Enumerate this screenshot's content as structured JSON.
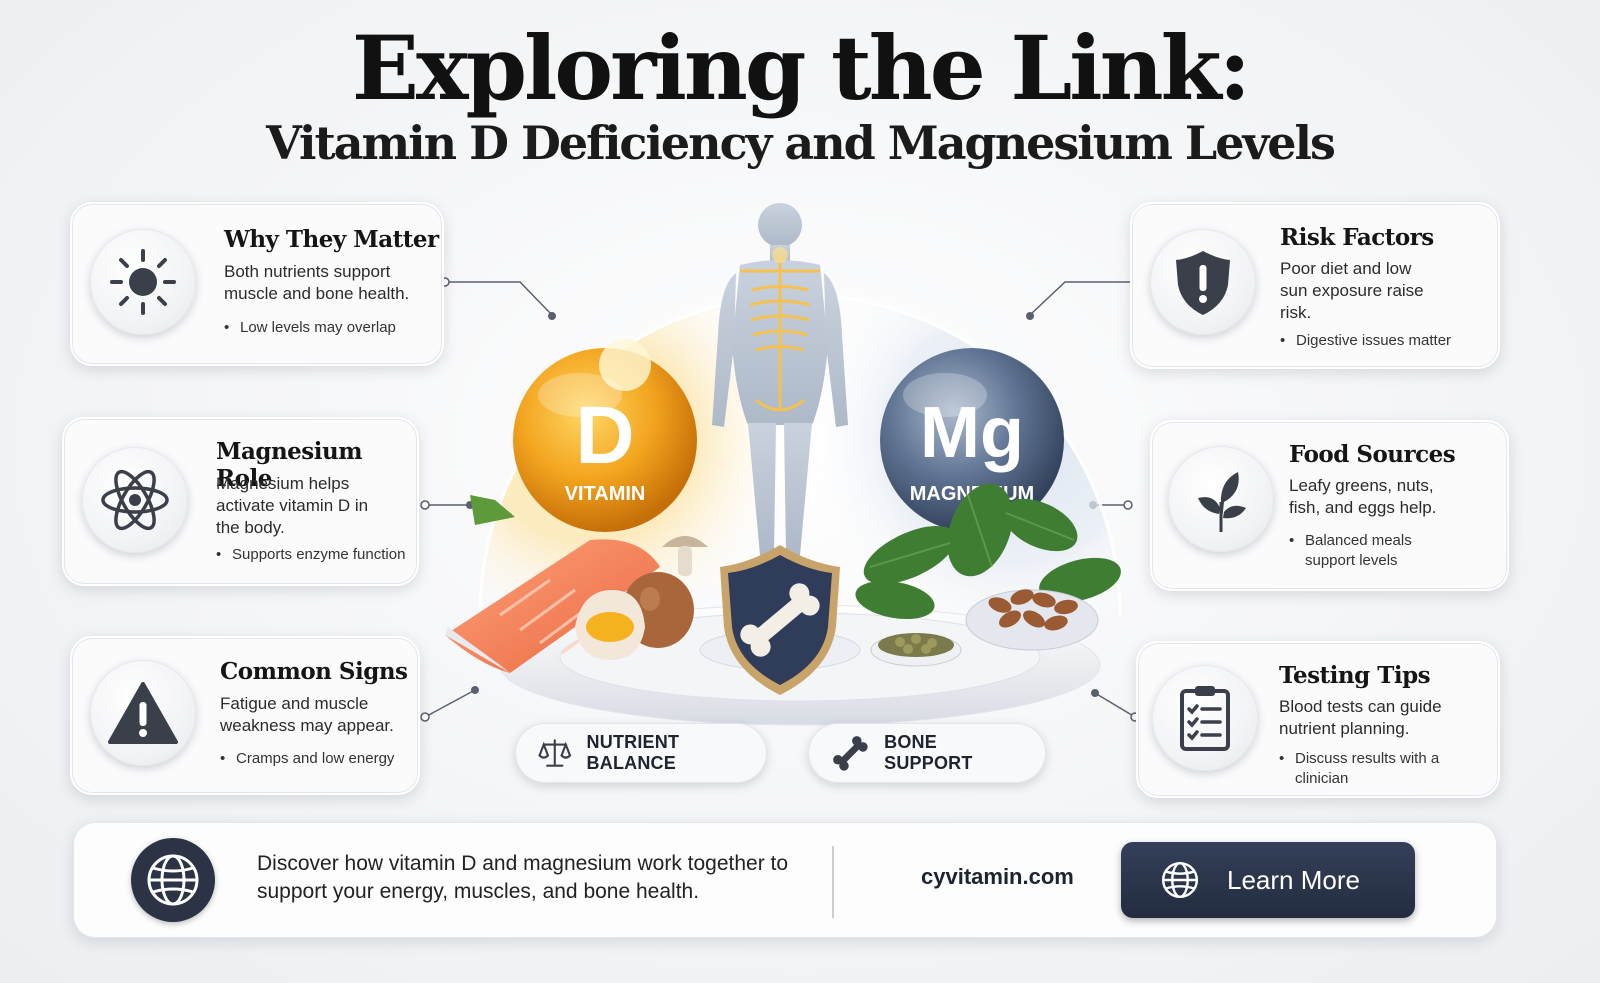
{
  "header": {
    "title": "Exploring the Link:",
    "subtitle": "Vitamin D Deficiency and Magnesium Levels"
  },
  "cards": [
    {
      "id": "why",
      "title": "Why They Matter",
      "text": "Both nutrients support muscle and bone health.",
      "bullet": "Low levels may overlap",
      "icon": "sun-icon"
    },
    {
      "id": "role",
      "title": "Magnesium Role",
      "text": "Magnesium helps activate vitamin D in the body.",
      "bullet": "Supports enzyme function",
      "icon": "atom-icon"
    },
    {
      "id": "signs",
      "title": "Common Signs",
      "text": "Fatigue and muscle weakness may appear.",
      "bullet": "Cramps and low energy",
      "icon": "warning-icon"
    },
    {
      "id": "risk",
      "title": "Risk Factors",
      "text": "Poor diet and low sun exposure raise risk.",
      "bullet": "Digestive issues matter",
      "icon": "shield-alert-icon"
    },
    {
      "id": "food",
      "title": "Food Sources",
      "text": "Leafy greens, nuts, fish, and eggs help.",
      "bullet": "Balanced meals support levels",
      "icon": "leaf-icon"
    },
    {
      "id": "testing",
      "title": "Testing Tips",
      "text": "Blood tests can guide nutrient planning.",
      "bullet": "Discuss results with a clinician",
      "icon": "clipboard-icon"
    }
  ],
  "center": {
    "vitamin_letter": "D",
    "vitamin_label": "VITAMIN",
    "magnesium_symbol": "Mg",
    "magnesium_label": "MAGNESIUM"
  },
  "pills": {
    "balance": "NUTRIENT BALANCE",
    "bone": "BONE SUPPORT"
  },
  "footer": {
    "description": "Discover how vitamin D and magnesium work together to support your energy, muscles, and bone health.",
    "site": "cyvitamin.com",
    "cta": "Learn More"
  },
  "colors": {
    "navy": "#2b3344",
    "vitamin_orange": "#f0a020",
    "magnesium_blue": "#5a6e8c",
    "icon_dark": "#3a3f4a"
  }
}
